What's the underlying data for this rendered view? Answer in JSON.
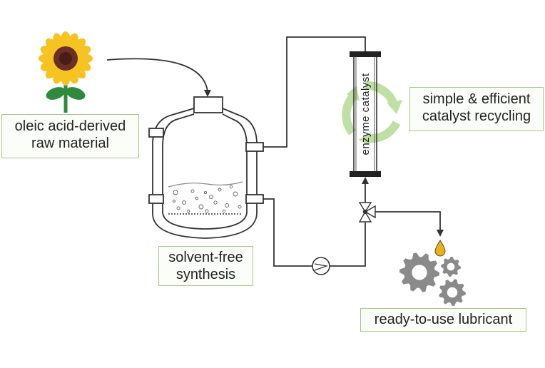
{
  "labels": {
    "raw_material": [
      "oleic acid-derived",
      "raw material"
    ],
    "recycling": [
      "simple & efficient",
      "catalyst recycling"
    ],
    "solvent_free": [
      "solvent-free",
      "synthesis"
    ],
    "lubricant": "ready-to-use lubricant",
    "catalyst_column": "enzyme catalyst"
  },
  "colors": {
    "petal": "#f6c323",
    "flower_center": "#6b2f24",
    "leaf": "#2e8b3e",
    "recycle": "#bfe0a4",
    "gear": "#8a8a8a",
    "droplet": "#e9b21a",
    "label_border": "#a9c58a",
    "line": "#333333"
  },
  "icons": [
    "sunflower-icon",
    "recycle-icon",
    "gear-icon",
    "oil-drop-icon",
    "pump-icon",
    "three-way-valve-icon"
  ]
}
